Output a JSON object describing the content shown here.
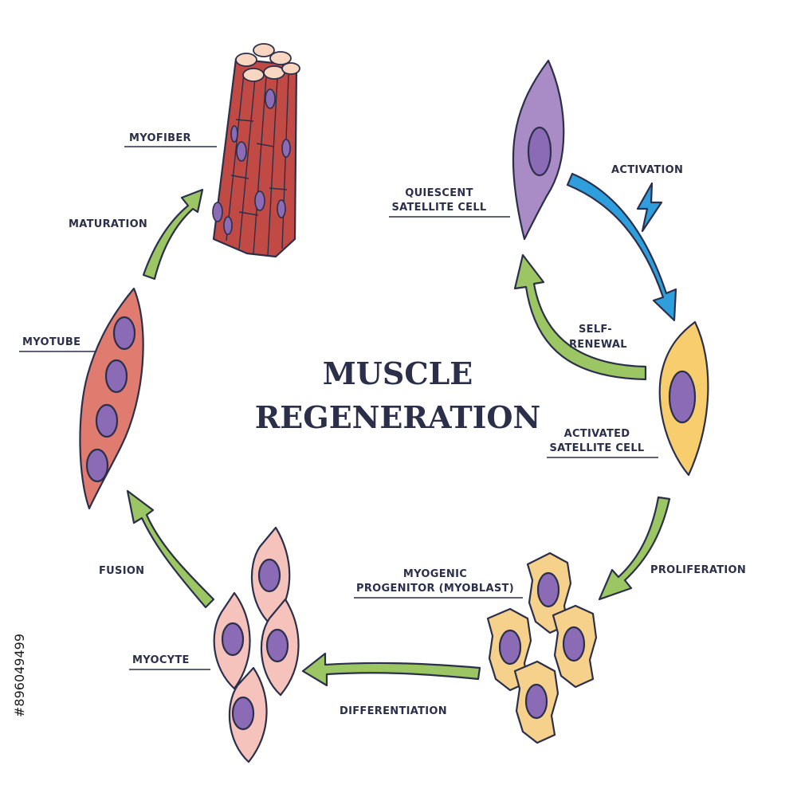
{
  "title": {
    "line1": "MUSCLE",
    "line2": "REGENERATION"
  },
  "stages": {
    "myofiber": "MYOFIBER",
    "quiescent_line1": "QUIESCENT",
    "quiescent_line2": "SATELLITE CELL",
    "activated_line1": "ACTIVATED",
    "activated_line2": "SATELLITE CELL",
    "progenitor_line1": "MYOGENIC",
    "progenitor_line2": "PROGENITOR (MYOBLAST)",
    "myocyte": "MYOCYTE",
    "myotube": "MYOTUBE"
  },
  "transitions": {
    "activation": "ACTIVATION",
    "self_renewal_line1": "SELF-",
    "self_renewal_line2": "RENEWAL",
    "proliferation": "PROLIFERATION",
    "differentiation": "DIFFERENTIATION",
    "fusion": "FUSION",
    "maturation": "MATURATION"
  },
  "side_id": "#896049499",
  "colors": {
    "outline": "#2b2f4a",
    "arrow_green": "#9cc663",
    "arrow_blue": "#2e9fdc",
    "quiescent_purple": "#a98bc6",
    "nucleus_purple": "#8b6bb5",
    "activated_yellow": "#f7cd6e",
    "myoblast_tan": "#f6d18b",
    "myocyte_pink": "#f5c3bc",
    "myotube_red": "#e07b70",
    "myofiber_red": "#c24a44",
    "fiber_end": "#f8d6c2"
  }
}
